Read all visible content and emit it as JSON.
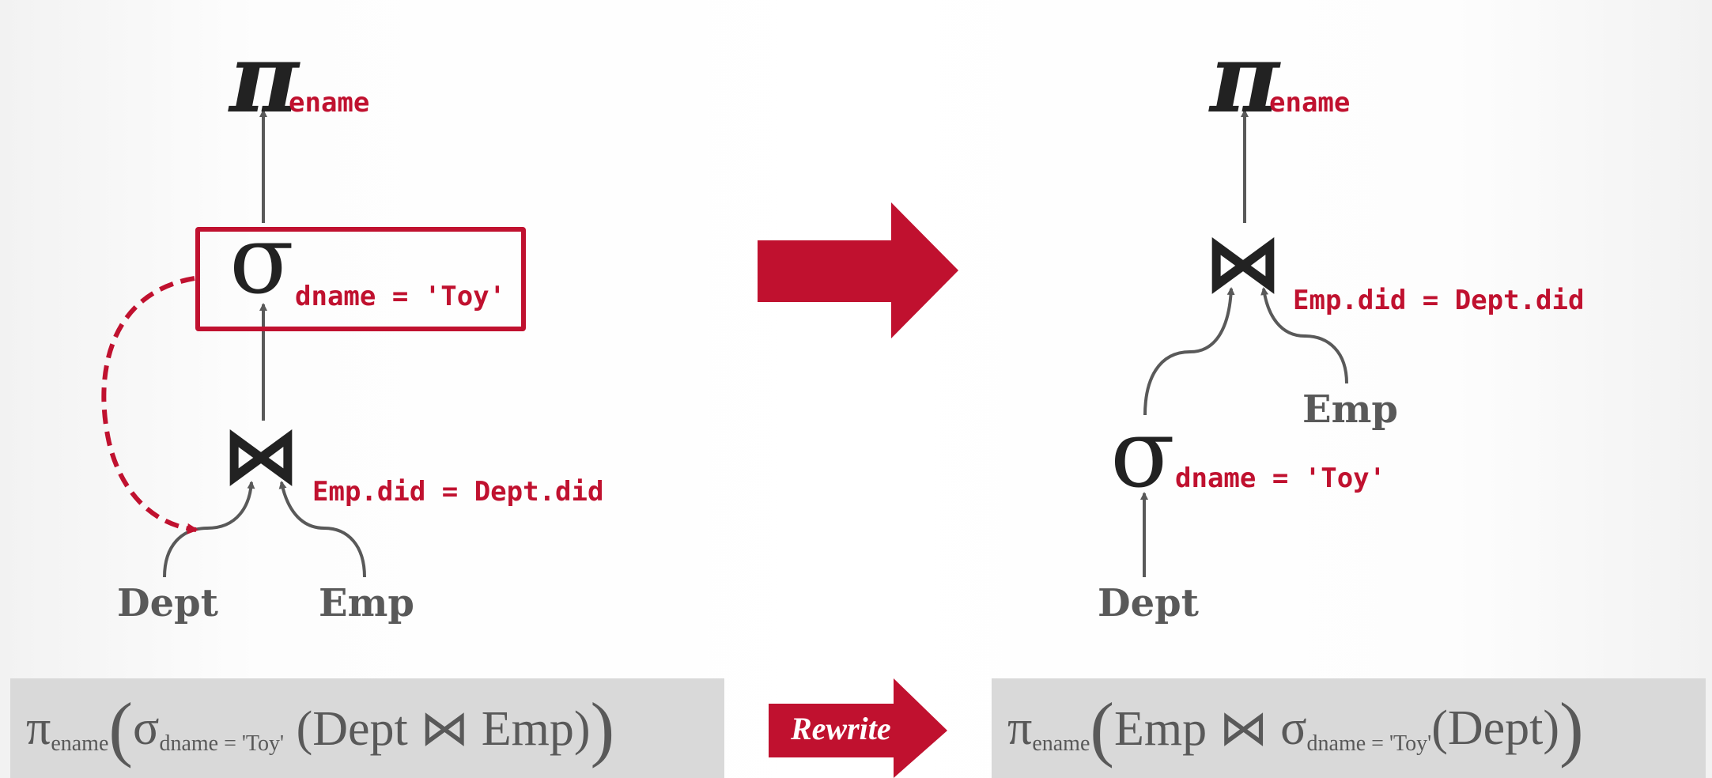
{
  "left_tree": {
    "projection": {
      "symbol": "π",
      "subscript": "ename"
    },
    "selection": {
      "symbol": "σ",
      "subscript": "dname = 'Toy'"
    },
    "join": {
      "symbol": "⋈",
      "subscript": "Emp.did = Dept.did"
    },
    "leaves": [
      "Dept",
      "Emp"
    ]
  },
  "right_tree": {
    "projection": {
      "symbol": "π",
      "subscript": "ename"
    },
    "join": {
      "symbol": "⋈",
      "subscript": "Emp.did = Dept.did"
    },
    "selection": {
      "symbol": "σ",
      "subscript": "dname = 'Toy'"
    },
    "leaves": [
      "Emp",
      "Dept"
    ]
  },
  "left_formula": {
    "pi": "π",
    "pi_sub": "ename",
    "open": "(",
    "sigma": "σ",
    "sigma_sub": "dname = 'Toy'",
    "body": " (Dept ⋈ Emp)",
    "close": ")"
  },
  "right_formula": {
    "pi": "π",
    "pi_sub": "ename",
    "open": "(",
    "prefix": "Emp ⋈ ",
    "sigma": "σ",
    "sigma_sub": "dname = 'Toy'",
    "body": "(Dept)",
    "close": ")"
  },
  "rewrite_label": "Rewrite",
  "colors": {
    "accent": "#c0112f",
    "symbol": "#222222",
    "relation": "#595959",
    "formula_bg": "#d9d9d9",
    "arrow": "#595959"
  }
}
